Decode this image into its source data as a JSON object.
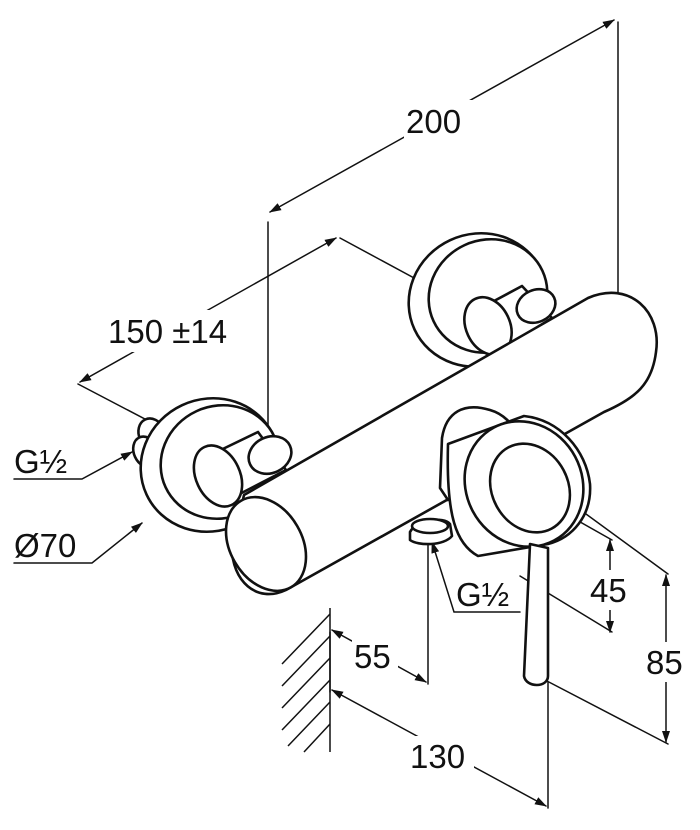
{
  "drawing": {
    "line_color": "#111111",
    "background": "#ffffff"
  },
  "dimensions": {
    "width_200": "200",
    "spacing_150": "150 ±14",
    "inlet_thread": "G½",
    "rosette_diameter": "Ø70",
    "outlet_thread": "G½",
    "height_45": "45",
    "height_85": "85",
    "depth_55": "55",
    "depth_130": "130"
  }
}
